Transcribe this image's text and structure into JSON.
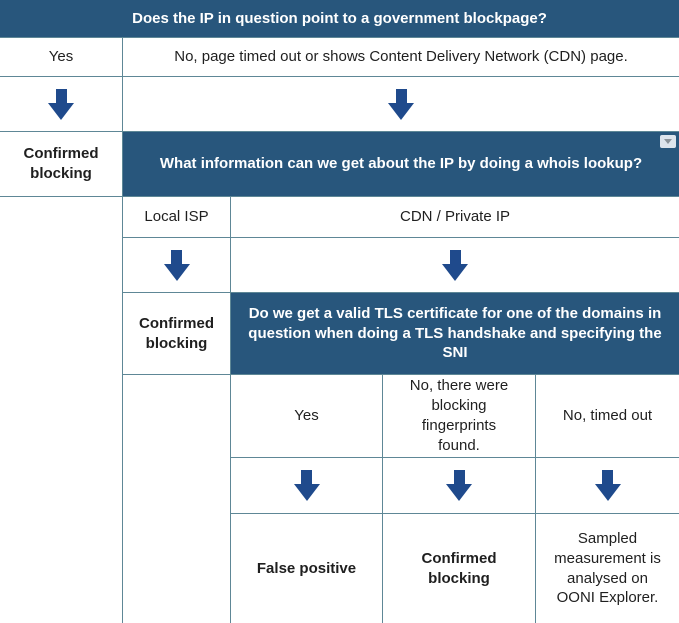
{
  "colors": {
    "header_bg": "#28567C",
    "header_text": "#FFFFFF",
    "body_text": "#1F1F1F",
    "border": "#5E8796",
    "arrow": "#1F4A8C",
    "dropdown_bg": "#DDE4EC",
    "dropdown_glyph": "#8A9299"
  },
  "icons": {
    "down_arrow": "block-down-arrow",
    "dropdown": "triangle-down"
  },
  "flowchart": {
    "level1": {
      "question": "Does the IP in question point to a government blockpage?",
      "answers": {
        "yes": "Yes",
        "no": "No, page timed out or shows Content Delivery Network (CDN) page."
      },
      "yes_result": "Confirmed blocking"
    },
    "level2": {
      "question": "What information can we get about the IP by doing a whois lookup?",
      "answers": {
        "local_isp": "Local ISP",
        "cdn_private_ip": "CDN / Private IP"
      },
      "local_isp_result": "Confirmed blocking"
    },
    "level3": {
      "question": "Do we get a valid TLS certificate for one of the domains in question when doing a TLS handshake and specifying the SNI",
      "answers": {
        "yes": "Yes",
        "fingerprints": "No, there were blocking fingerprints found.",
        "timed_out": "No, timed out"
      },
      "results": {
        "yes": "False positive",
        "fingerprints": "Confirmed blocking",
        "timed_out": "Sampled measurement is analysed on OONI Explorer."
      }
    }
  }
}
